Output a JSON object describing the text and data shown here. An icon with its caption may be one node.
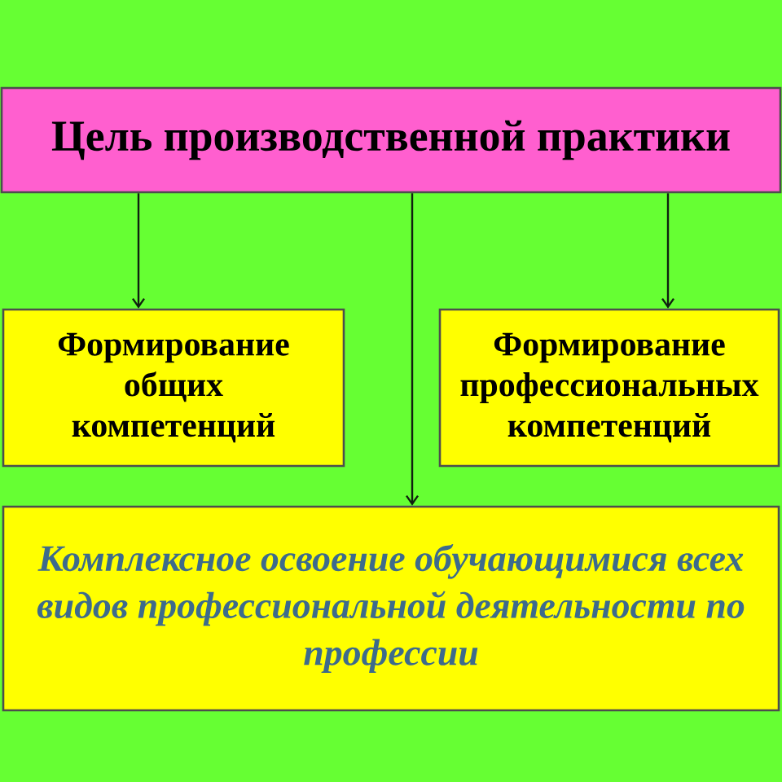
{
  "diagram": {
    "nodes": [
      {
        "text": [
          "Цель производственной практики"
        ]
      },
      {
        "text": [
          "Формирование общих компетенций"
        ]
      },
      {
        "text": [
          "Формирование профессиональных компетенций"
        ]
      },
      {
        "text": [
          "Комплексное освоение обучающимися всех видов профессиональной деятельности по профессии"
        ]
      }
    ],
    "edges": [
      {
        "from": 0,
        "to": 1,
        "arrow": "to"
      },
      {
        "from": 0,
        "to": 3,
        "arrow": "to"
      },
      {
        "from": 0,
        "to": 2,
        "arrow": "to"
      }
    ]
  }
}
